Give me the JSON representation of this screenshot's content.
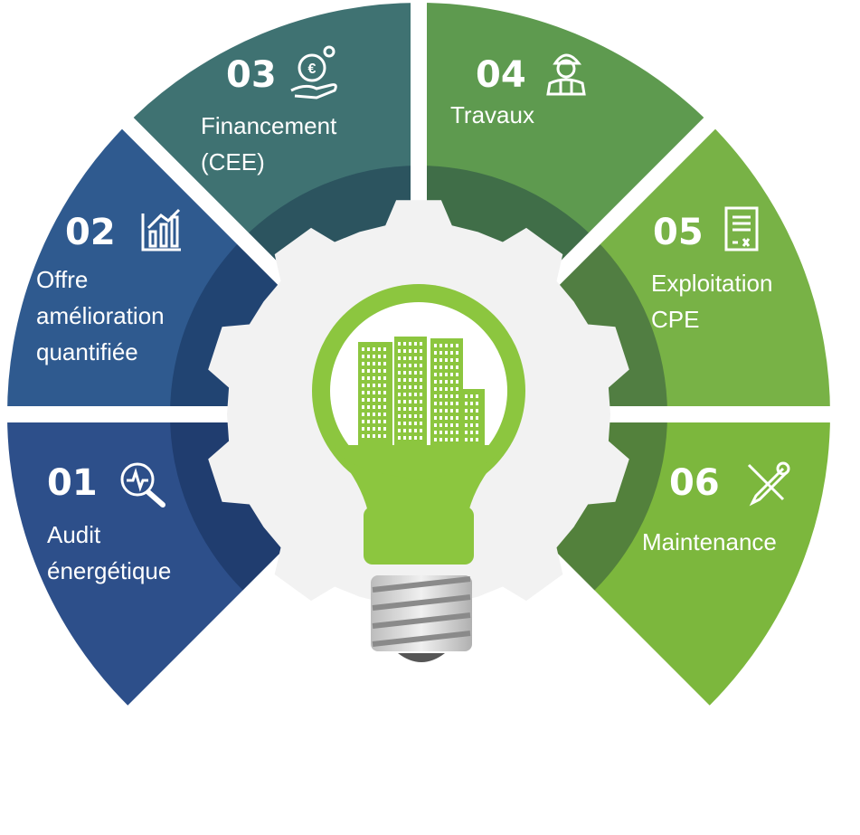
{
  "steps": [
    {
      "number": "01",
      "label_lines": [
        "Audit",
        "énergétique"
      ],
      "icon": "magnifier-pulse-icon",
      "color": "#2d4f8a"
    },
    {
      "number": "02",
      "label_lines": [
        "Offre",
        "amélioration",
        "quantifiée"
      ],
      "icon": "bar-chart-growth-icon",
      "color": "#2f5a8f"
    },
    {
      "number": "03",
      "label_lines": [
        "Financement",
        "(CEE)"
      ],
      "icon": "euro-coin-hand-icon",
      "color": "#3f7272"
    },
    {
      "number": "04",
      "label_lines": [
        "Travaux"
      ],
      "icon": "construction-worker-icon",
      "color": "#5e9a4f"
    },
    {
      "number": "05",
      "label_lines": [
        "Exploitation",
        "CPE"
      ],
      "icon": "contract-document-icon",
      "color": "#78b246"
    },
    {
      "number": "06",
      "label_lines": [
        "Maintenance"
      ],
      "icon": "wrench-screwdriver-icon",
      "color": "#7cb73d"
    }
  ],
  "center": {
    "icon": "lightbulb-city-icon",
    "gear_color": "#f2f2f2",
    "bulb_color": "#8cc63f"
  }
}
